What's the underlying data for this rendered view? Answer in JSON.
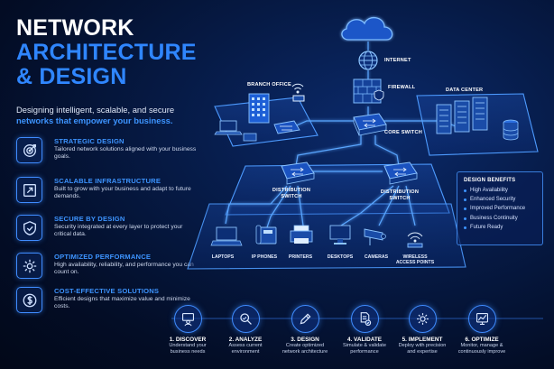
{
  "title": {
    "line1": "NETWORK",
    "line2": "ARCHITECTURE",
    "line3": "& DESIGN"
  },
  "subtitle": {
    "plain": "Designing intelligent, scalable, and secure",
    "highlight": "networks that empower your business."
  },
  "features": [
    {
      "icon": "target-icon",
      "title": "STRATEGIC DESIGN",
      "desc": "Tailored network solutions aligned with your business goals."
    },
    {
      "icon": "expand-icon",
      "title": "SCALABLE INFRASTRUCTURE",
      "desc": "Built to grow with your business and adapt to future demands."
    },
    {
      "icon": "shield-check-icon",
      "title": "SECURE BY DESIGN",
      "desc": "Security integrated at every layer to protect your critical data."
    },
    {
      "icon": "gear-icon",
      "title": "OPTIMIZED PERFORMANCE",
      "desc": "High availability, reliability, and performance you can count on."
    },
    {
      "icon": "dollar-icon",
      "title": "COST-EFFECTIVE SOLUTIONS",
      "desc": "Efficient designs that maximize value and minimize costs."
    }
  ],
  "diagram": {
    "internet": "INTERNET",
    "firewall": "FIREWALL",
    "core_switch": "CORE SWITCH",
    "branch_office": "BRANCH OFFICE",
    "data_center": "DATA CENTER",
    "distribution_left": "DISTRIBUTION SWITCH",
    "distribution_right": "DISTRIBUTION SWITCH",
    "devices": [
      "LAPTOPS",
      "IP PHONES",
      "PRINTERS",
      "DESKTOPS",
      "CAMERAS",
      "WIRELESS ACCESS POINTS"
    ]
  },
  "benefits": {
    "title": "DESIGN BENEFITS",
    "items": [
      "High Availability",
      "Enhanced Security",
      "Improved Performance",
      "Business Continuity",
      "Future Ready"
    ]
  },
  "steps": [
    {
      "icon": "user-board-icon",
      "title": "1. DISCOVER",
      "desc": "Understand your business needs"
    },
    {
      "icon": "magnifier-icon",
      "title": "2. ANALYZE",
      "desc": "Assess current environment"
    },
    {
      "icon": "pencil-icon",
      "title": "3. DESIGN",
      "desc": "Create optimized network architecture"
    },
    {
      "icon": "document-check-icon",
      "title": "4. VALIDATE",
      "desc": "Simulate & validate performance"
    },
    {
      "icon": "gear-icon",
      "title": "5. IMPLEMENT",
      "desc": "Deploy with precision and expertise"
    },
    {
      "icon": "chart-icon",
      "title": "6. OPTIMIZE",
      "desc": "Monitor, manage & continuously improve"
    }
  ],
  "colors": {
    "accent": "#2f86ff",
    "background": "#061a45",
    "line": "#4d9bff"
  }
}
